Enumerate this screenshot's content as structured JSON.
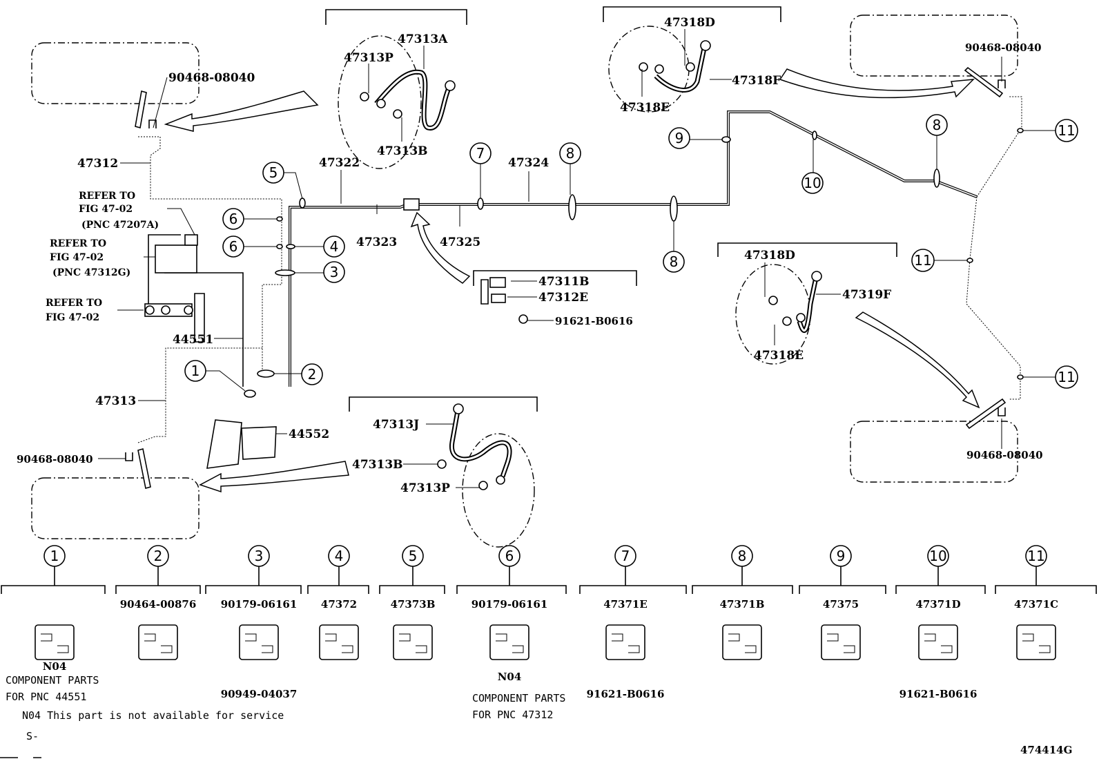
{
  "figure_id": "474414G",
  "labels": {
    "l_47312": "47312",
    "l_90468_tl": "90468-08040",
    "l_47313A": "47313A",
    "l_47313P_top": "47313P",
    "l_47313B_top": "47313B",
    "l_47318D_top": "47318D",
    "l_47318F": "47318F",
    "l_47318E_top": "47318E",
    "l_90468_tr": "90468-08040",
    "l_47322": "47322",
    "l_47323": "47323",
    "l_47324": "47324",
    "l_47325": "47325",
    "l_47311B": "47311B",
    "l_47312E": "47312E",
    "l_91621_mid": "91621-B0616",
    "l_47318D_mid": "47318D",
    "l_47319F": "47319F",
    "l_47318E_mid": "47318E",
    "l_44551": "44551",
    "l_44552": "44552",
    "l_47313": "47313",
    "l_90468_bl": "90468-08040",
    "l_47313J": "47313J",
    "l_47313B_bot": "47313B",
    "l_47313P_bot": "47313P",
    "l_90468_br": "90468-08040"
  },
  "refer_notes": [
    {
      "line1": "REFER TO",
      "line2": "FIG 47-02",
      "line3": "(PNC 47207A)"
    },
    {
      "line1": "REFER TO",
      "line2": "FIG 47-02",
      "line3": "(PNC 47312G)"
    },
    {
      "line1": "REFER TO",
      "line2": "FIG 47-02",
      "line3": ""
    }
  ],
  "callouts": {
    "c1": "1",
    "c2": "2",
    "c3": "3",
    "c4": "4",
    "c5": "5",
    "c6a": "6",
    "c6b": "6",
    "c7": "7",
    "c8a": "8",
    "c8b": "8",
    "c8c": "8",
    "c9": "9",
    "c10": "10",
    "c11a": "11",
    "c11b": "11",
    "c11c": "11"
  },
  "legend": [
    {
      "num": "1",
      "parts": [
        "N04"
      ],
      "note": [
        "COMPONENT PARTS",
        "FOR PNC 44551"
      ]
    },
    {
      "num": "2",
      "parts": [
        "90464-00876"
      ],
      "note": []
    },
    {
      "num": "3",
      "parts": [
        "90179-06161",
        "90949-04037"
      ],
      "note": []
    },
    {
      "num": "4",
      "parts": [
        "47372"
      ],
      "note": []
    },
    {
      "num": "5",
      "parts": [
        "47373B"
      ],
      "note": []
    },
    {
      "num": "6",
      "parts": [
        "90179-06161",
        "N04"
      ],
      "note": [
        "COMPONENT PARTS",
        "FOR PNC 47312"
      ]
    },
    {
      "num": "7",
      "parts": [
        "47371E",
        "91621-B0616"
      ],
      "note": []
    },
    {
      "num": "8",
      "parts": [
        "47371B"
      ],
      "note": []
    },
    {
      "num": "9",
      "parts": [
        "47375"
      ],
      "note": []
    },
    {
      "num": "10",
      "parts": [
        "47371D",
        "91621-B0616"
      ],
      "note": []
    },
    {
      "num": "11",
      "parts": [
        "47371C"
      ],
      "note": []
    }
  ],
  "footnote": "N04 This part is not available for service",
  "footnote_s": "S-"
}
